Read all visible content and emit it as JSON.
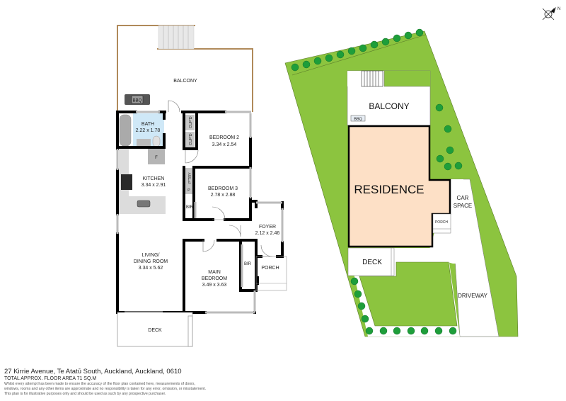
{
  "floor_plan": {
    "rooms": [
      {
        "name": "BALCONY",
        "dims": ""
      },
      {
        "name": "BBQ",
        "dims": ""
      },
      {
        "name": "BATH",
        "dims": "2.22 x 1.78"
      },
      {
        "name": "BEDROOM 2",
        "dims": "3.34 x 2.54"
      },
      {
        "name": "KITCHEN",
        "dims": "3.34 x 2.91"
      },
      {
        "name": "BEDROOM 3",
        "dims": "2.78 x 2.88"
      },
      {
        "name": "FOYER",
        "dims": "2.12 x 2.46"
      },
      {
        "name": "LIVING/",
        "dims": "DINING ROOM",
        "dims2": "3.34 x 5.62"
      },
      {
        "name": "MAIN",
        "dims": "BEDROOM",
        "dims2": "3.49 x 3.63"
      },
      {
        "name": "PORCH",
        "dims": ""
      },
      {
        "name": "DECK",
        "dims": ""
      }
    ],
    "fixtures": {
      "cupd1": "CUP'D",
      "cupd2": "CUP'D",
      "ptry": "P'TRY",
      "p": "P",
      "f": "F",
      "bir1": "BIR",
      "bir2": "BIR"
    }
  },
  "site_plan": {
    "labels": {
      "balcony": "BALCONY",
      "bbq": "BBQ",
      "residence": "RESIDENCE",
      "car_space_1": "CAR",
      "car_space_2": "SPACE",
      "porch": "PORCH",
      "deck": "DECK",
      "driveway": "DRIVEWAY"
    },
    "colors": {
      "lawn": "#8cc43f",
      "tree": "#1e9e3a",
      "residence": "#fde0c6",
      "wall": "#000000",
      "balcony_rail": "#b08a5a",
      "bath": "#cfe8f7"
    }
  },
  "compass": {
    "label": "N"
  },
  "footer": {
    "address": "27 Kirrie Avenue, Te Atatū South, Auckland, Auckland, 0610",
    "area": "TOTAL APPROX. FLOOR AREA 71 SQ.M",
    "disclaimer_1": "Whilst every attempt has been made to ensure the accuracy of the floor plan contained here, measurements of doors,",
    "disclaimer_2": "windows, rooms and any other items are approximate and no responsibility is taken for any error, omission, or misstatement.",
    "disclaimer_3": "This plan is for illustrative purposes only and should be used as such by any prospective purchaser."
  }
}
